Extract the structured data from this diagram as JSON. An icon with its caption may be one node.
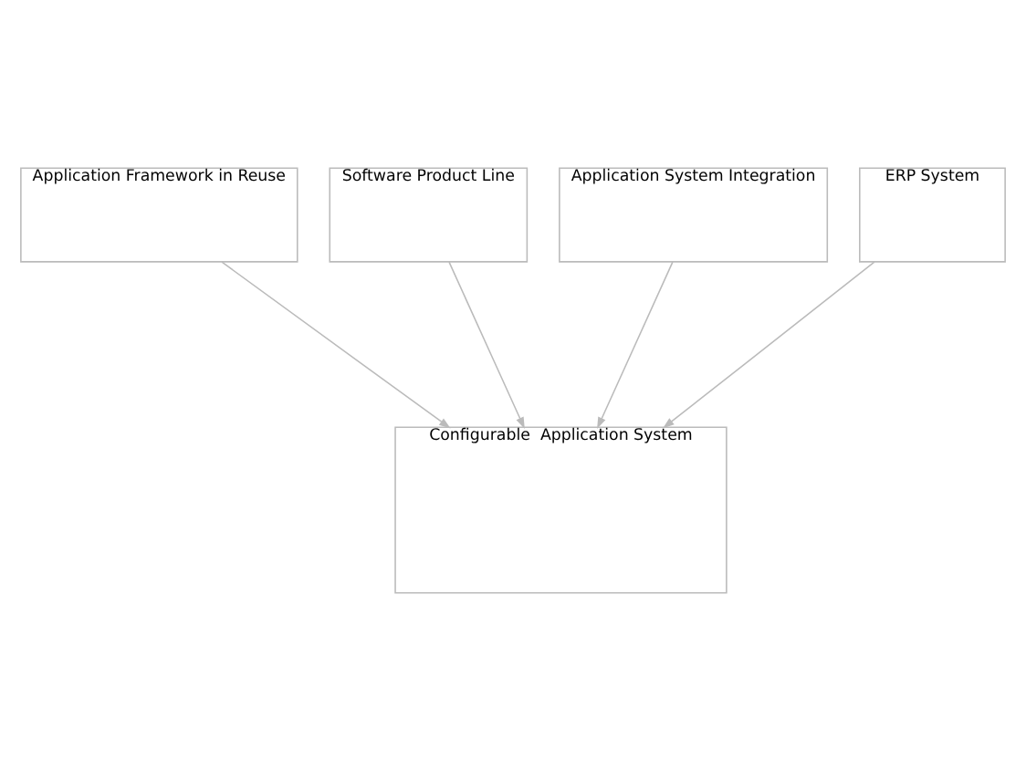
{
  "diagram": {
    "nodes": [
      {
        "text": [
          "Application Framework in Reuse"
        ]
      },
      {
        "text": [
          "Software Product Line"
        ]
      },
      {
        "text": [
          "Application System Integration"
        ]
      },
      {
        "text": [
          "ERP System"
        ]
      },
      {
        "text": [
          "Configurable  Application System"
        ]
      }
    ],
    "edges": [
      {
        "from": 0,
        "to": 4,
        "arrow": "to"
      },
      {
        "from": 1,
        "to": 4,
        "arrow": "to"
      },
      {
        "from": 2,
        "to": 4,
        "arrow": "to"
      },
      {
        "from": 3,
        "to": 4,
        "arrow": "to"
      }
    ]
  }
}
